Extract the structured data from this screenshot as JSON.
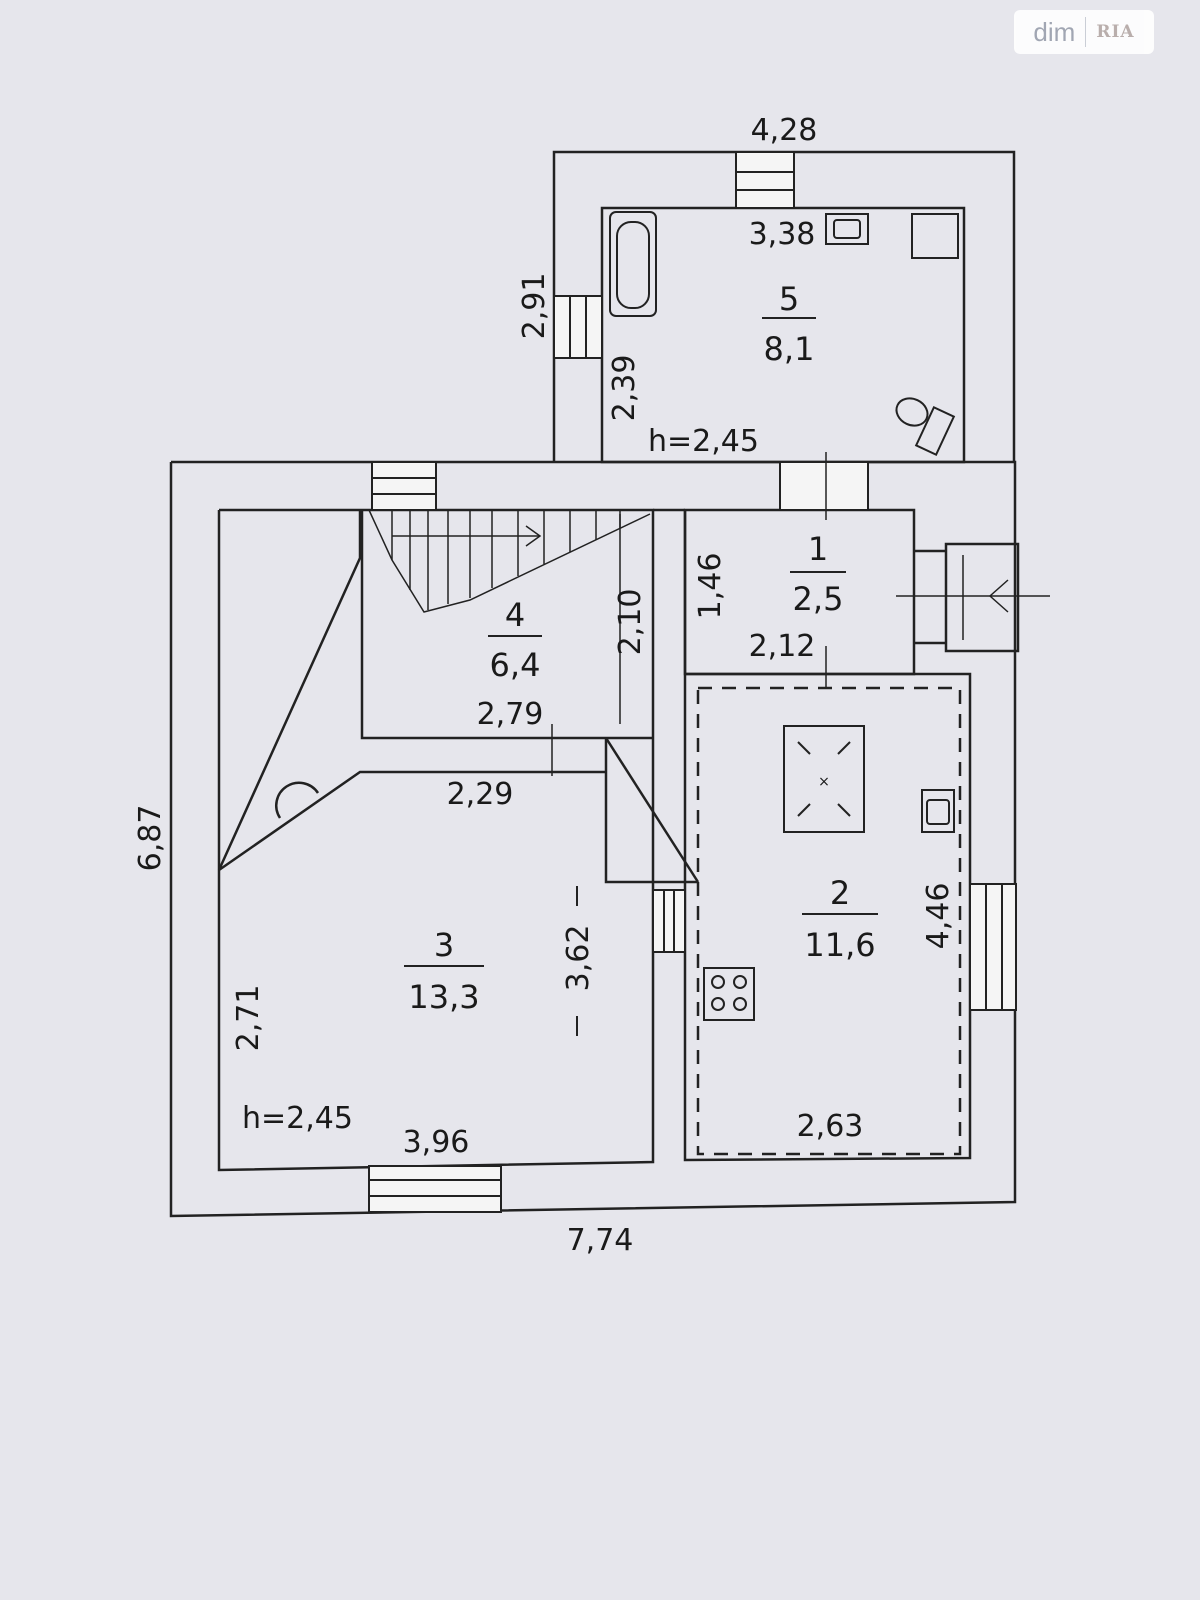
{
  "watermark": {
    "brand": "dim",
    "mark": "RIA"
  },
  "rooms": [
    {
      "number": "1",
      "area": "2,5"
    },
    {
      "number": "2",
      "area": "11,6"
    },
    {
      "number": "3",
      "area": "13,3"
    },
    {
      "number": "4",
      "area": "6,4"
    },
    {
      "number": "5",
      "area": "8,1"
    }
  ],
  "heights": {
    "bathroom": "h=2,45",
    "living": "h=2,45"
  },
  "dimensions": {
    "top_width": "4,28",
    "bath_width": "3,38",
    "bath_outer_height": "2,91",
    "bath_inner_height": "2,39",
    "overall_height": "6,87",
    "overall_width": "7,74",
    "room1_height": "1,46",
    "room1_width": "2,12",
    "room4_height": "2,10",
    "room4_width": "2,79",
    "room3_top": "2,29",
    "room3_depth": "3,62",
    "room3_left": "2,71",
    "room3_width": "3,96",
    "room2_height": "4,46",
    "room2_width": "2,63"
  }
}
